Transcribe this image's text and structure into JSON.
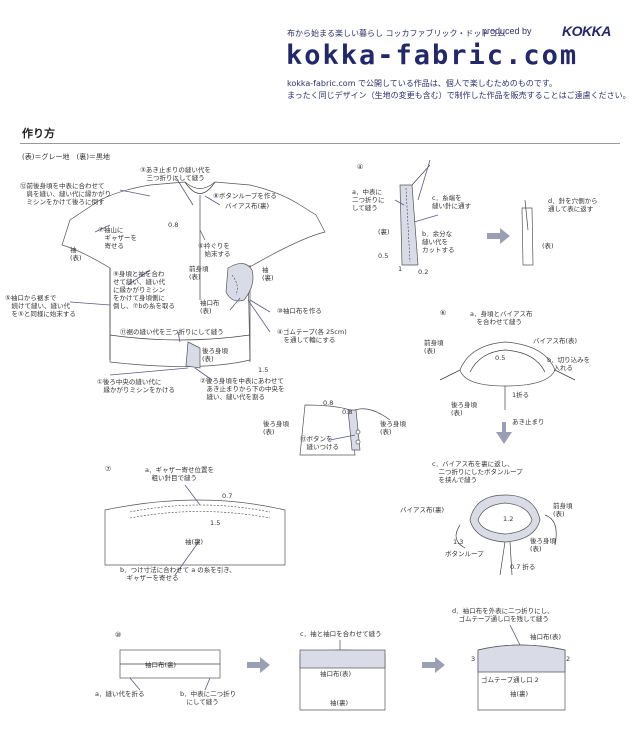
{
  "header": {
    "tagline": "布から始まる楽しい暮らし コッカファブリック・ドットコム",
    "produced_by": "produced by",
    "brand": "KOKKA",
    "site_logo": "kokka-fabric.com",
    "notice_1": "kokka-fabric.com で公開している作品は、個人で楽しむためのものです。",
    "notice_2": "まったく同じデザイン（生地の変更も含む）で制作した作品を販売することはご遠慮ください。"
  },
  "section": {
    "title": "作り方",
    "legend": "(表)＝グレー地　(裏)＝黒地"
  },
  "step_main": {
    "l1": "③あき止まりの縫い代を\n　三つ折りにして縫う",
    "l2": "⑫前後身頃を中表に合わせて\n　肩を縫い、縫い代に縁かがり\n　ミシンをかけて後ろに倒す",
    "l3": "⑧ボタンループを作る",
    "l4": "バイアス布(裏)",
    "l5": "0.8",
    "l6": "⑦袖山に\n　ギャザーを\n　寄せる",
    "l7": "袖\n(表)",
    "l8": "⑥衿ぐりを\n　始末する",
    "l9": "⑨身頃と袖を合わ\nせて縫い、縫い代\nに縁かがりミシン\nをかけて身頃側に\n倒し、⑦bの糸を取る",
    "l10": "前身頃\n(表)",
    "l11": "袖\n(裏)",
    "l12": "⑤袖口から裾まで\n　続けて縫い、縫い代\n　を⑤と同様に始末する",
    "l13": "袖口布\n(表)",
    "l14": "⑩袖口布を作る",
    "l15": "④ゴムテープ(各 25cm)\n　を通して輪にする",
    "l16": "⑪裾の縫い代を三つ折りにして縫う",
    "l17": "後ろ身頃\n(表)",
    "l18": "1.5",
    "l19": "①後ろ中央の縫い代に\n　縁かがりミシンをかける",
    "l20": "②後ろ身頃を中表にあわせて\n　あき止まりから下の中央を\n　縫い、縫い代を割る",
    "l21": "0.8",
    "l22": "0.8",
    "l23": "後ろ身頃\n(表)",
    "l24": "後ろ身頃\n(表)",
    "l25": "⑬ボタンを\n　縫いつける"
  },
  "step4": {
    "num": "④",
    "a": "a．中表に\n二つ折りに\nして縫う",
    "c": "c．糸端を\n縫い針に通す",
    "b": "b．余分な\n縫い代を\nカットする",
    "ura": "(裏)",
    "m05": "0.5",
    "m1": "1",
    "m02": "0.2",
    "d": "d．針を穴側から\n通して表に返す",
    "omote": "(表)"
  },
  "step6": {
    "num": "⑥",
    "a": "a．身頃とバイアス布\n　を合わせて縫う",
    "bias": "バイアス布(表)",
    "front": "前身頃\n(表)",
    "m05": "0.5",
    "b": "b．切り込みを\n　入れる",
    "back": "後ろ身頃\n(表)",
    "fold": "1折る",
    "stop": "あき止まり",
    "c": "c．バイアス布を裏に返し、\n　二つ折りにしたボタンループ\n　を挟んで縫う",
    "front2": "前身頃\n(表)",
    "bias2": "バイアス布(裏)",
    "m12": "1.2",
    "back2": "後ろ身頃\n(表)",
    "m13": "1.3",
    "loop": "ボタンループ",
    "fold2": "0.7 折る"
  },
  "step7": {
    "num": "⑦",
    "a": "a．ギャザー寄せ位置を\n　粗い針目で縫う",
    "m07": "0.7",
    "m15": "1.5",
    "sleeve": "袖(裏)",
    "b": "b．つけ寸法に合わせて a の糸を引き、\n　ギャザーを寄せる"
  },
  "step10": {
    "num": "⑩",
    "cuff1": "袖口布(裏)",
    "a": "a．縫い代を折る",
    "b": "b．中表に二つ折り\n　にして縫う",
    "c": "c．袖と袖口を合わせて縫う",
    "cuff2": "袖口布(表)",
    "sleeve2": "袖(裏)",
    "d": "d．袖口布を外表に二つ折りにし、\n　ゴムテープ通し口を残して縫う",
    "cuff3": "袖口布(表)",
    "m3": "3",
    "m2": "2",
    "gum": "ゴムテープ通し口 2",
    "sleeve3": "袖(裏)"
  },
  "colors": {
    "brand": "#23286a",
    "arrow": "#9b9fb5"
  }
}
